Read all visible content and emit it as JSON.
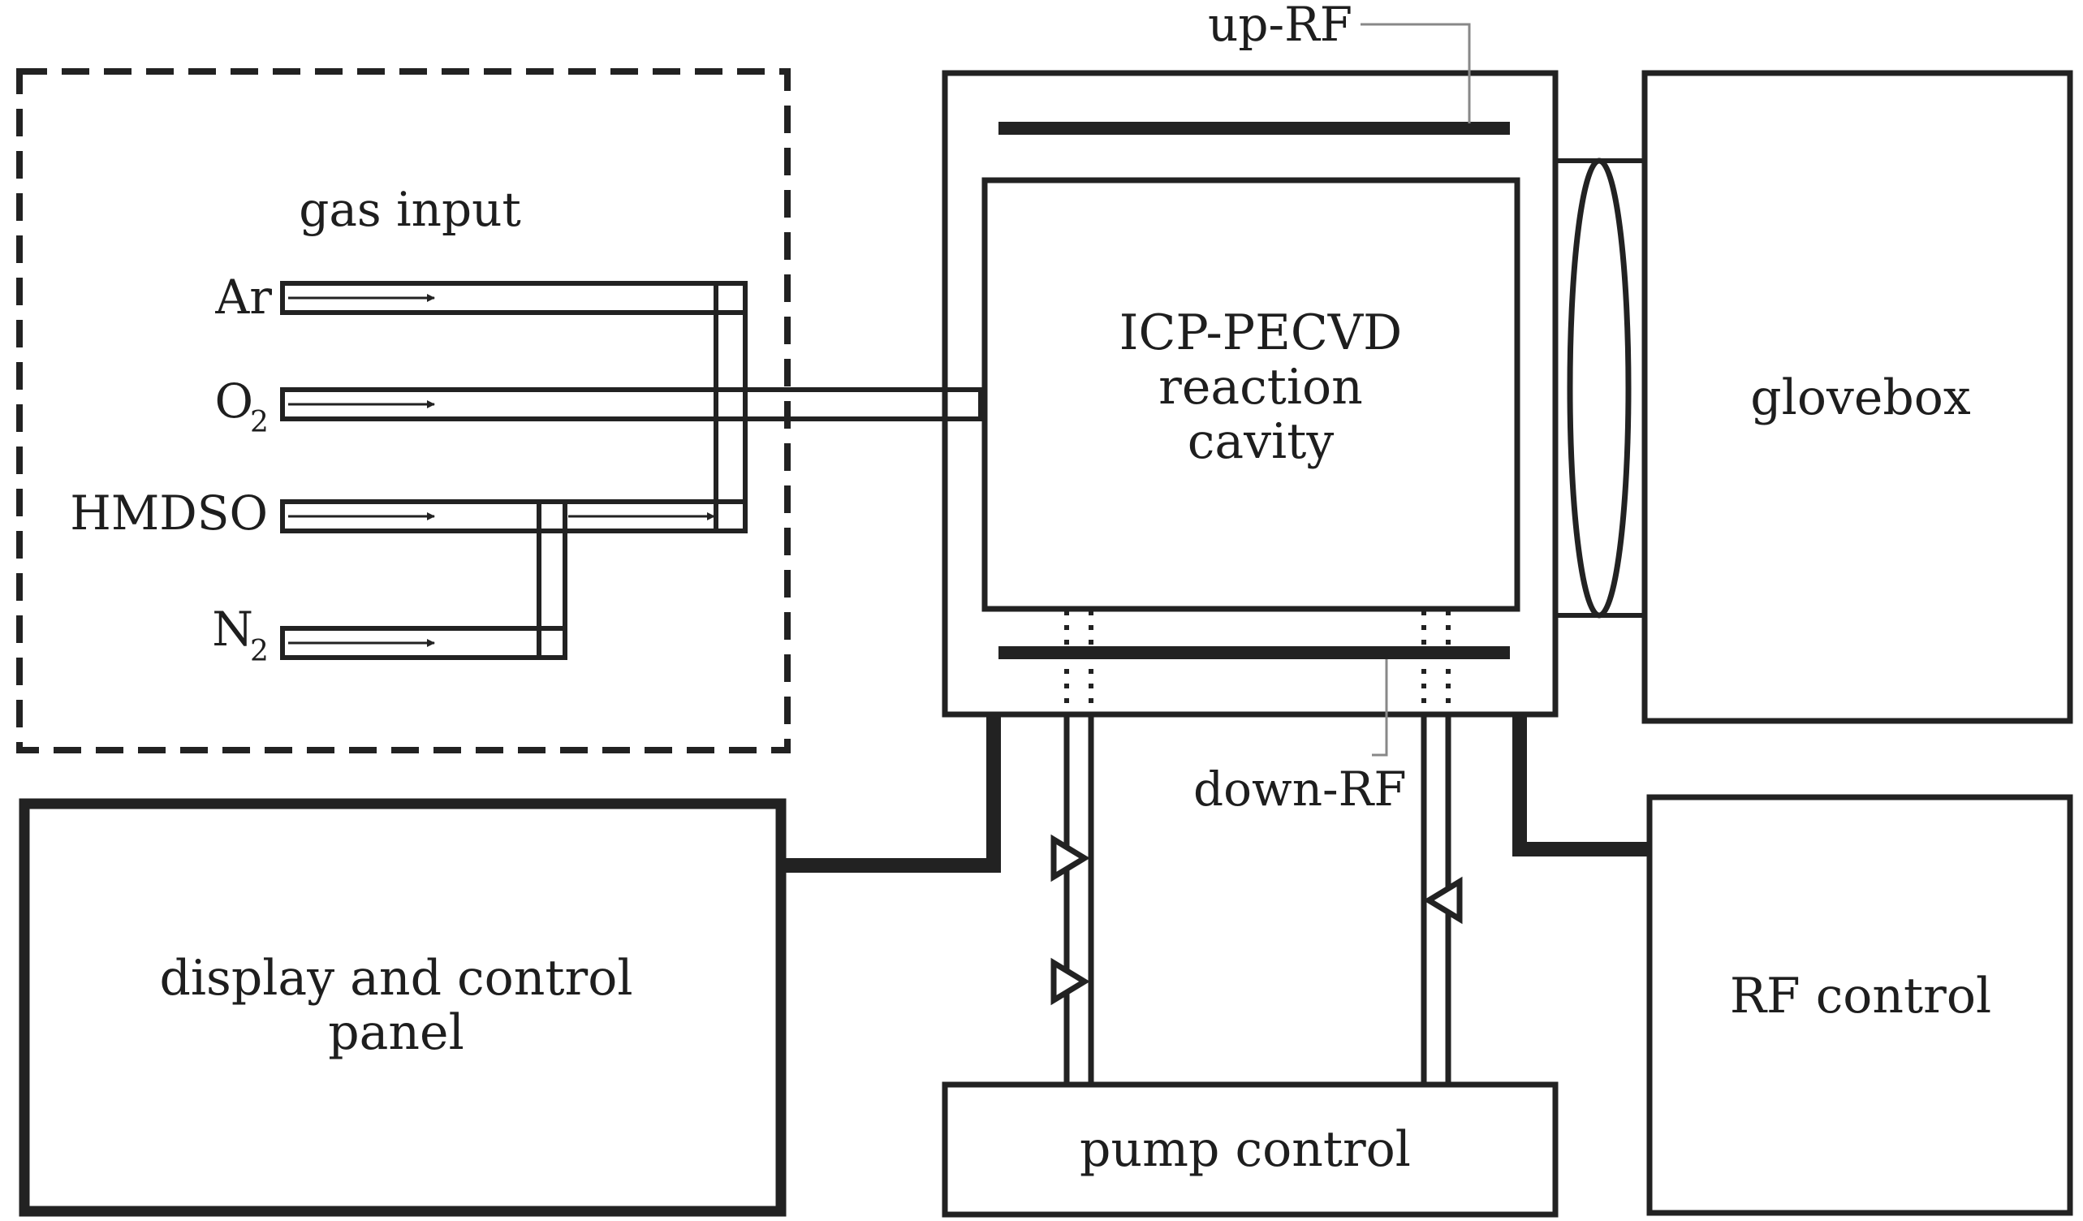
{
  "labels": {
    "gas_input": "gas input",
    "ar": "Ar",
    "o2": "O",
    "o2_sub": "2",
    "hmdso": "HMDSO",
    "n2": "N",
    "n2_sub": "2",
    "icp_line1": "ICP-PECVD",
    "icp_line2": "reaction",
    "icp_line3": "cavity",
    "up_rf": "up-RF",
    "down_rf": "down-RF",
    "glovebox": "glovebox",
    "display_line1": "display and control",
    "display_line2": "panel",
    "rf_control": "RF control",
    "pump_control": "pump control"
  },
  "colors": {
    "line": "#222222",
    "text": "#1e1e1e",
    "background": "#ffffff"
  }
}
